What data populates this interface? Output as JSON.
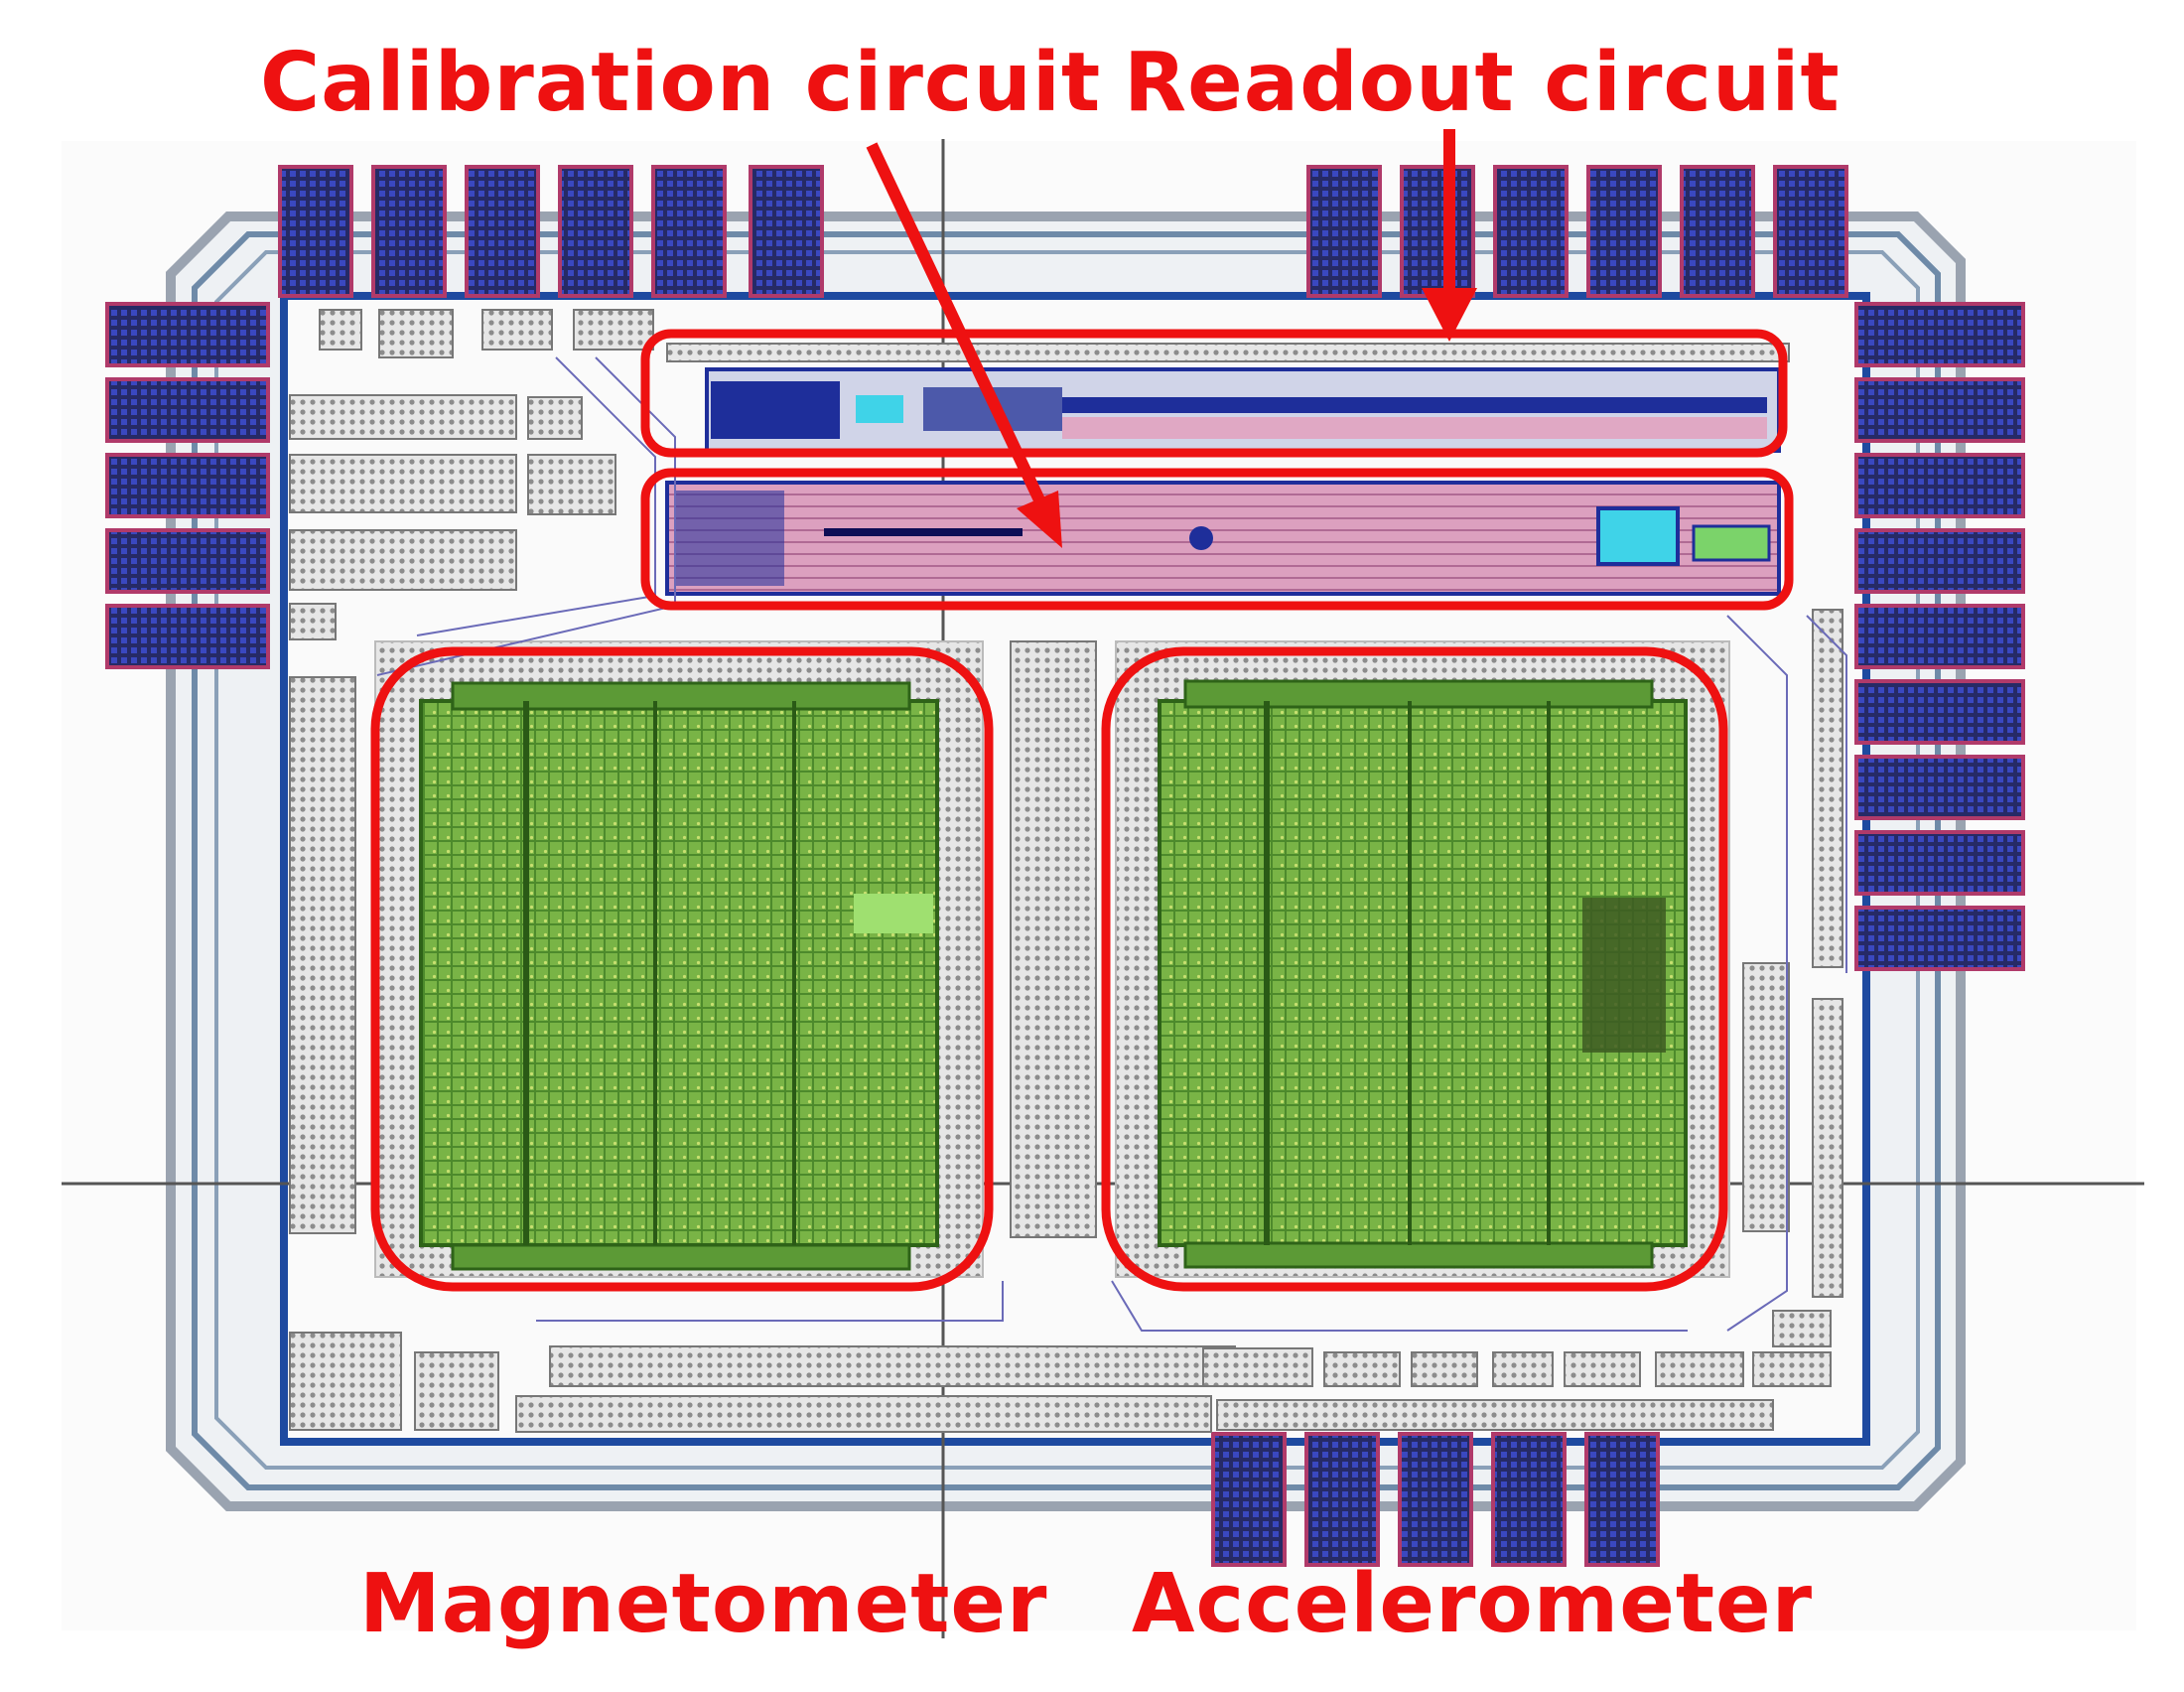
{
  "annotations": {
    "calibration": "Calibration circuit",
    "readout": "Readout circuit",
    "magnetometer": "Magnetometer",
    "accelerometer": "Accelerometer"
  },
  "colors": {
    "annotation": "#ee1111",
    "die_border": "#9aa3b0",
    "pad_fill": "#1c1c4a",
    "pad_via": "#2233aa",
    "sensor_fill": "#6aa83a",
    "sensor_grid": "#3f7a24",
    "calib_fill": "#d98fb0",
    "fill_pattern": "#9e9e9e"
  },
  "icons": {
    "arrow": "red-arrow-icon"
  }
}
